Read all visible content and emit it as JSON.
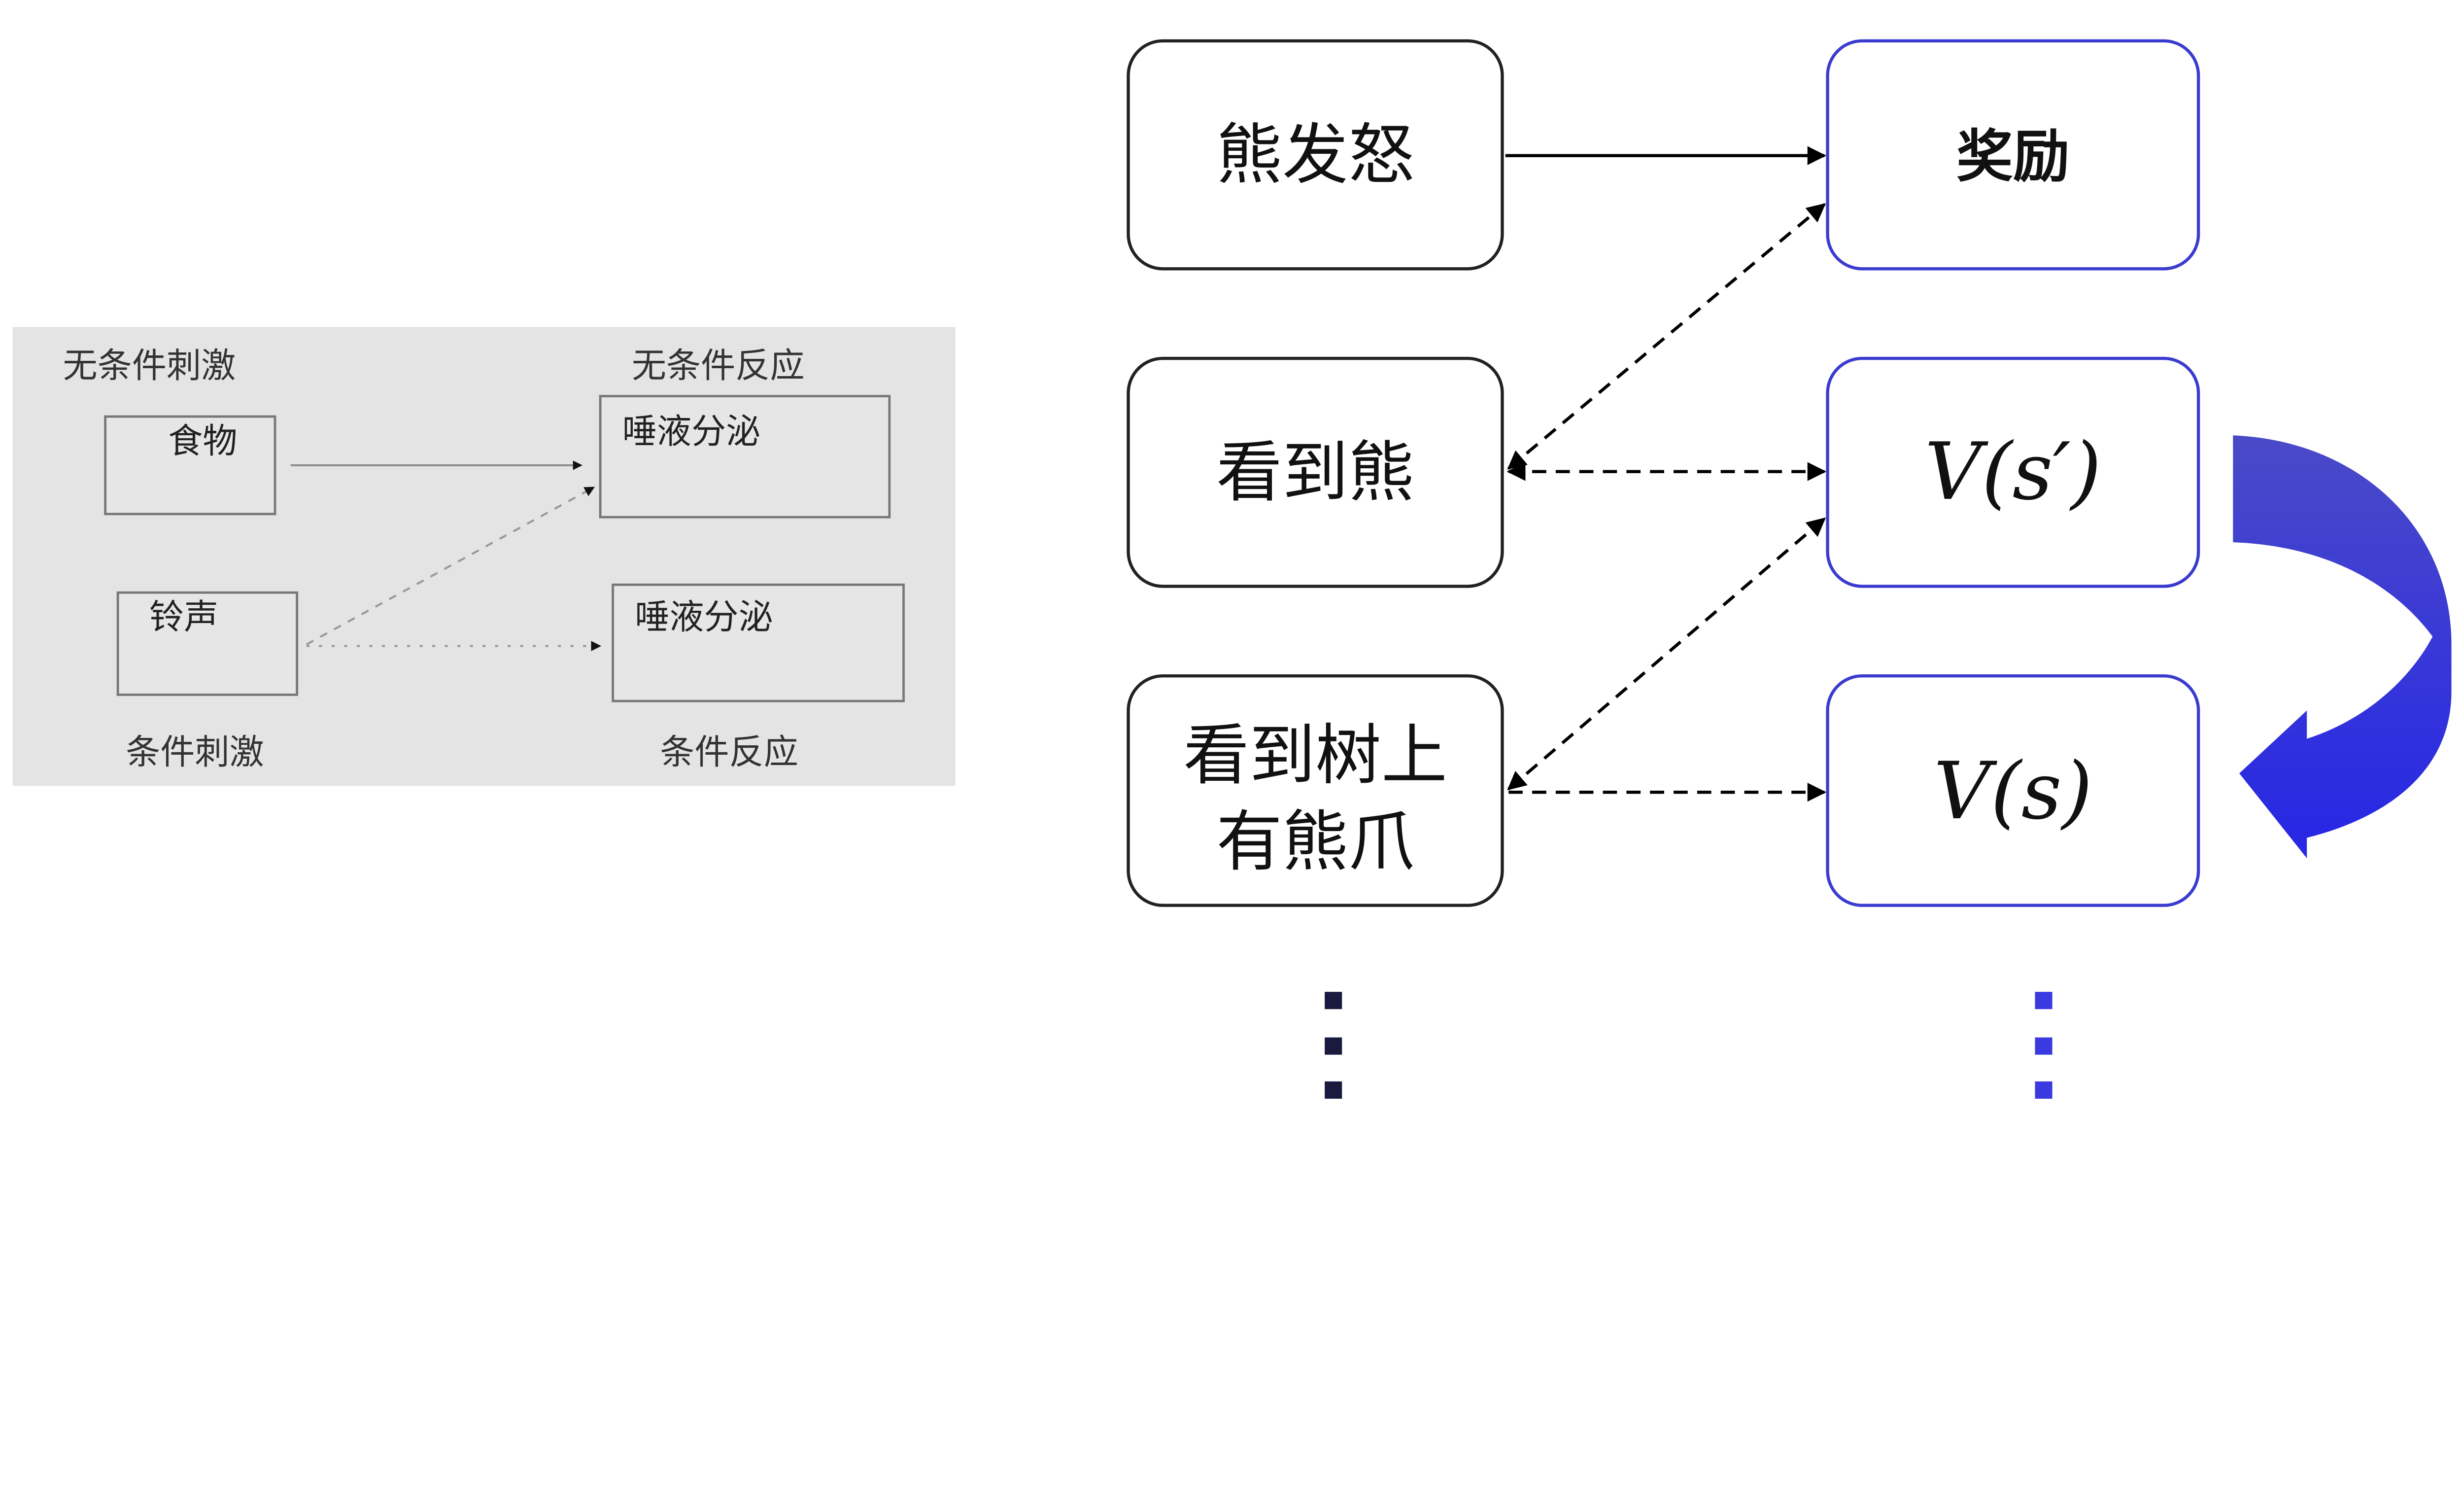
{
  "left_diagram": {
    "unconditioned_stimulus_label": "无条件刺激",
    "unconditioned_response_label": "无条件反应",
    "conditioned_stimulus_label": "条件刺激",
    "conditioned_response_label": "条件反应",
    "food_box": "食物",
    "bell_box": "铃声",
    "salivation_top_box": "唾液分泌",
    "salivation_bottom_box": "唾液分泌",
    "panel_color": "#e4e4e4"
  },
  "right_diagram": {
    "states": [
      {
        "lines": [
          "熊发怒"
        ]
      },
      {
        "lines": [
          "看到熊"
        ]
      },
      {
        "lines": [
          "看到树上",
          "有熊爪"
        ]
      }
    ],
    "values": [
      {
        "label": "奖励"
      },
      {
        "label": "V(s′)"
      },
      {
        "label": "V(s)"
      }
    ],
    "ellipsis_left": "⋮",
    "ellipsis_right": "⋮",
    "value_box_color": "#3b3bd0",
    "curved_arrow_colors": [
      "#4a4ac8",
      "#2626e6"
    ]
  }
}
